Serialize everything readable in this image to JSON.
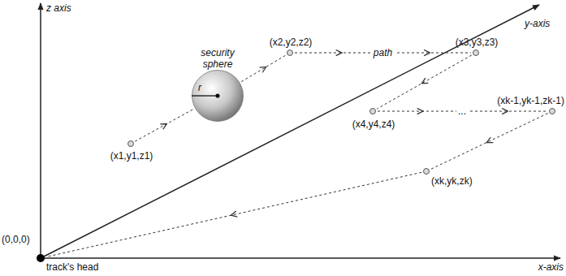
{
  "diagram": {
    "nodes": [
      {
        "text": [
          "(0,0,0)",
          "track's head"
        ]
      },
      {
        "text": [
          "(x1,y1,z1)"
        ]
      },
      {
        "text": [
          "security sphere",
          "r"
        ]
      },
      {
        "text": [
          "(x2,y2,z2)"
        ]
      },
      {
        "text": [
          "(x3,y3,z3)"
        ]
      },
      {
        "text": [
          "(x4,y4,z4)"
        ]
      },
      {
        "text": [
          "(xk-1,yk-1,zk-1)"
        ]
      },
      {
        "text": [
          "(xk,yk,zk)"
        ]
      }
    ],
    "edges": [
      {
        "from": 1,
        "to": 2,
        "arrow": "to"
      },
      {
        "from": 2,
        "to": 3,
        "arrow": "to"
      },
      {
        "from": 3,
        "to": 4,
        "label": "path",
        "arrow": "to"
      },
      {
        "from": 4,
        "to": 5,
        "arrow": "to"
      },
      {
        "from": 5,
        "to": 6,
        "label": "...",
        "arrow": "to"
      },
      {
        "from": 6,
        "to": 7,
        "arrow": "to"
      },
      {
        "from": 7,
        "to": 0,
        "arrow": "to"
      }
    ],
    "labels": [
      "z axis",
      "y-axis",
      "x-axis"
    ]
  }
}
